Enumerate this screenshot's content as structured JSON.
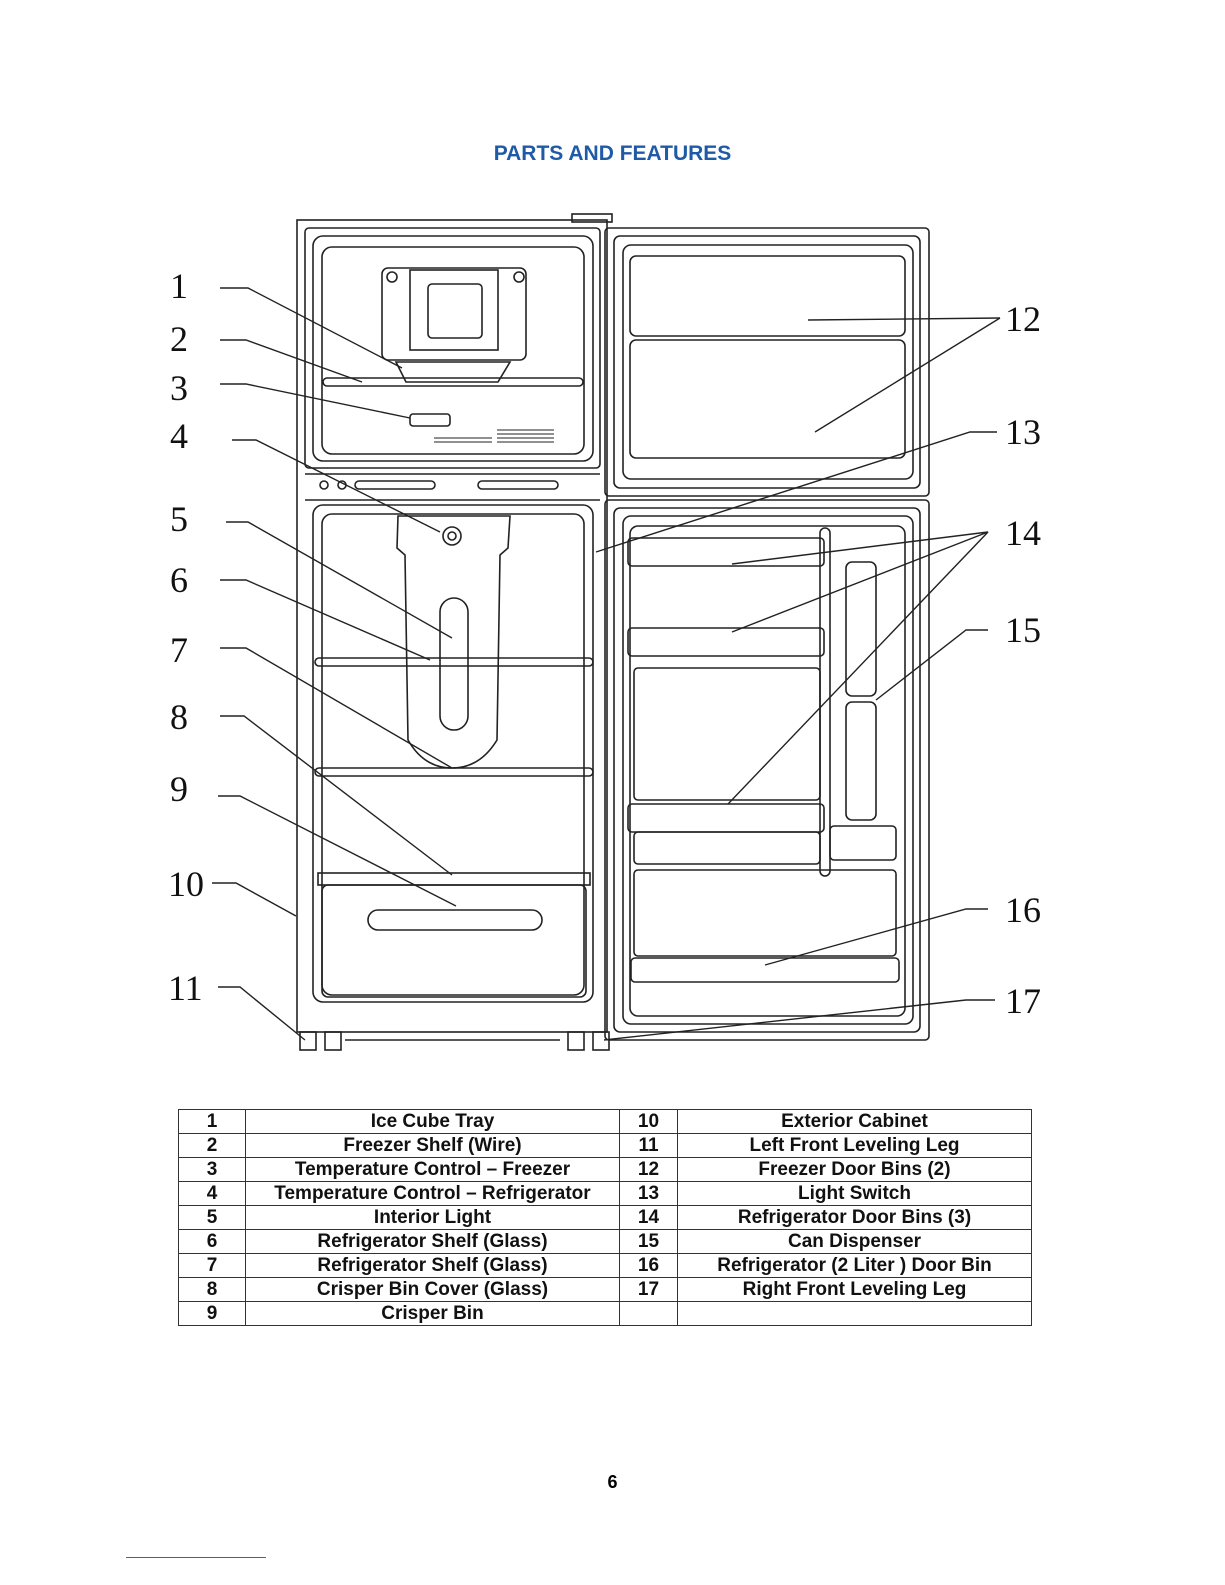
{
  "page": {
    "title": "PARTS AND FEATURES",
    "page_number": "6"
  },
  "callouts": [
    "1",
    "2",
    "3",
    "4",
    "5",
    "6",
    "7",
    "8",
    "9",
    "10",
    "11",
    "12",
    "13",
    "14",
    "15",
    "16",
    "17"
  ],
  "parts_table": {
    "rows": [
      {
        "left_num": "1",
        "left_name": "Ice Cube Tray",
        "right_num": "10",
        "right_name": "Exterior Cabinet"
      },
      {
        "left_num": "2",
        "left_name": "Freezer Shelf (Wire)",
        "right_num": "11",
        "right_name": "Left Front Leveling Leg"
      },
      {
        "left_num": "3",
        "left_name": "Temperature Control – Freezer",
        "right_num": "12",
        "right_name": "Freezer Door Bins (2)"
      },
      {
        "left_num": "4",
        "left_name": "Temperature Control – Refrigerator",
        "right_num": "13",
        "right_name": "Light Switch"
      },
      {
        "left_num": "5",
        "left_name": "Interior Light",
        "right_num": "14",
        "right_name": "Refrigerator Door Bins (3)"
      },
      {
        "left_num": "6",
        "left_name": "Refrigerator Shelf (Glass)",
        "right_num": "15",
        "right_name": "Can Dispenser"
      },
      {
        "left_num": "7",
        "left_name": "Refrigerator Shelf (Glass)",
        "right_num": "16",
        "right_name": "Refrigerator (2 Liter ) Door Bin"
      },
      {
        "left_num": "8",
        "left_name": "Crisper Bin Cover (Glass)",
        "right_num": "17",
        "right_name": "Right Front Leveling Leg"
      },
      {
        "left_num": "9",
        "left_name": "Crisper Bin",
        "right_num": "",
        "right_name": ""
      }
    ]
  }
}
